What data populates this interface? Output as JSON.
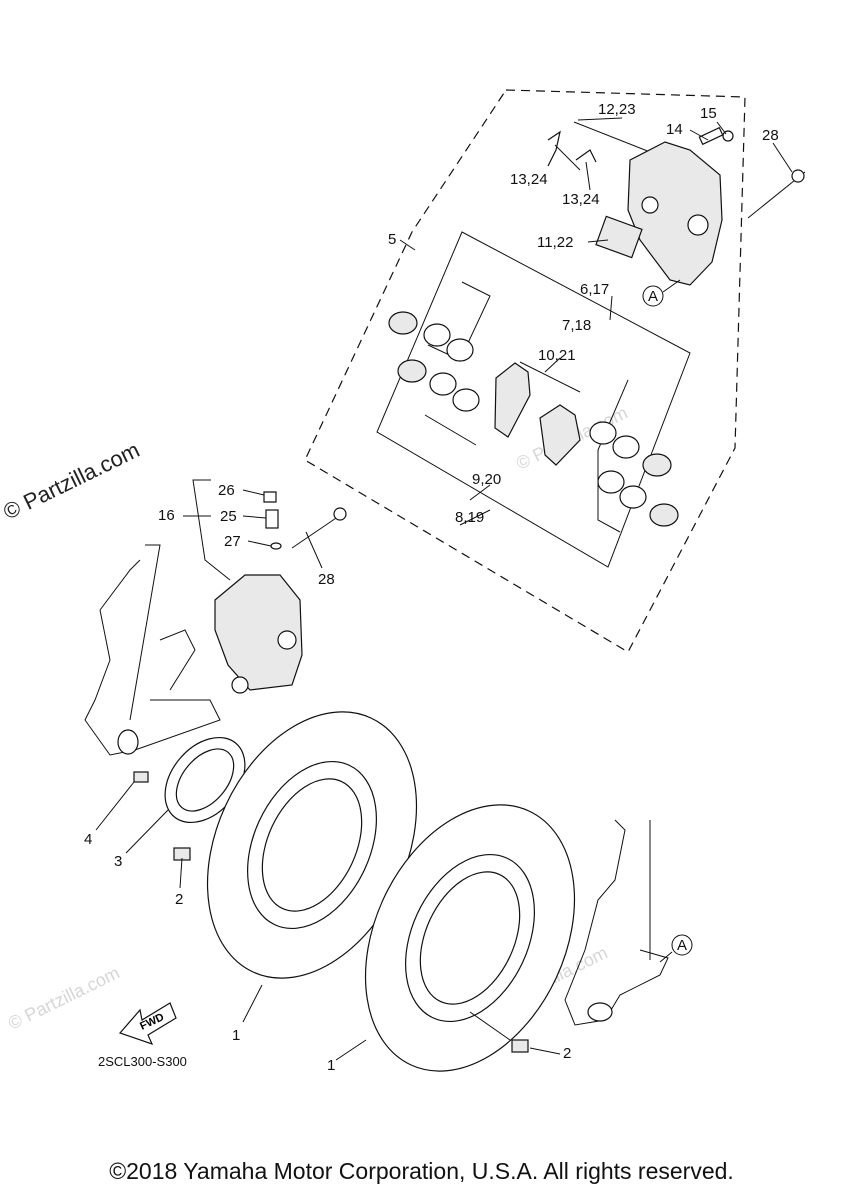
{
  "watermark": "© Partzilla.com",
  "diagram_code": "2SCL300-S300",
  "fwd_label": "FWD",
  "ref_marker": "A",
  "callouts": {
    "c1a": "1",
    "c1b": "1",
    "c2a": "2",
    "c2b": "2",
    "c3": "3",
    "c4": "4",
    "c5": "5",
    "c6_17": "6,17",
    "c7_18": "7,18",
    "c8_19": "8,19",
    "c9_20": "9,20",
    "c10_21": "10,21",
    "c11_22": "11,22",
    "c12_23": "12,23",
    "c13_24a": "13,24",
    "c13_24b": "13,24",
    "c14": "14",
    "c15": "15",
    "c16": "16",
    "c25": "25",
    "c26": "26",
    "c27": "27",
    "c28a": "28",
    "c28b": "28"
  },
  "footer": "©2018 Yamaha Motor Corporation, U.S.A. All rights reserved."
}
